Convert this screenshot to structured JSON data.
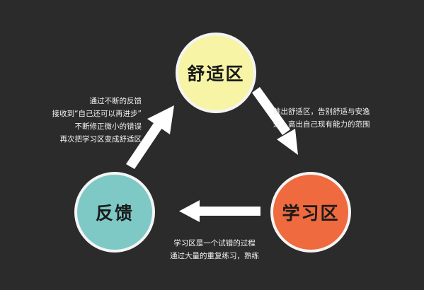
{
  "nodes": {
    "comfort": {
      "label": "舒适区",
      "color": "#f7f4a6"
    },
    "learning": {
      "label": "学习区",
      "color": "#ef6a3e"
    },
    "feedback": {
      "label": "反馈",
      "color": "#7ec9c6"
    }
  },
  "captions": {
    "left": [
      "通过不断的反馈",
      "接收到“自己还可以再进步”",
      "不断修正微小的错误",
      "再次把学习区变成舒适区"
    ],
    "right": [
      "跳出舒适区，告别舒适与安逸",
      "进入高出自己现有能力的范围"
    ],
    "bottom": [
      "学习区是一个试错的过程",
      "通过大量的重复练习，熟练"
    ]
  },
  "colors": {
    "background": "#2b2b2b",
    "arrow": "#ffffff",
    "text": "#f2f2f2"
  },
  "arrows": [
    "comfort-to-learning",
    "learning-to-feedback",
    "feedback-to-comfort"
  ]
}
